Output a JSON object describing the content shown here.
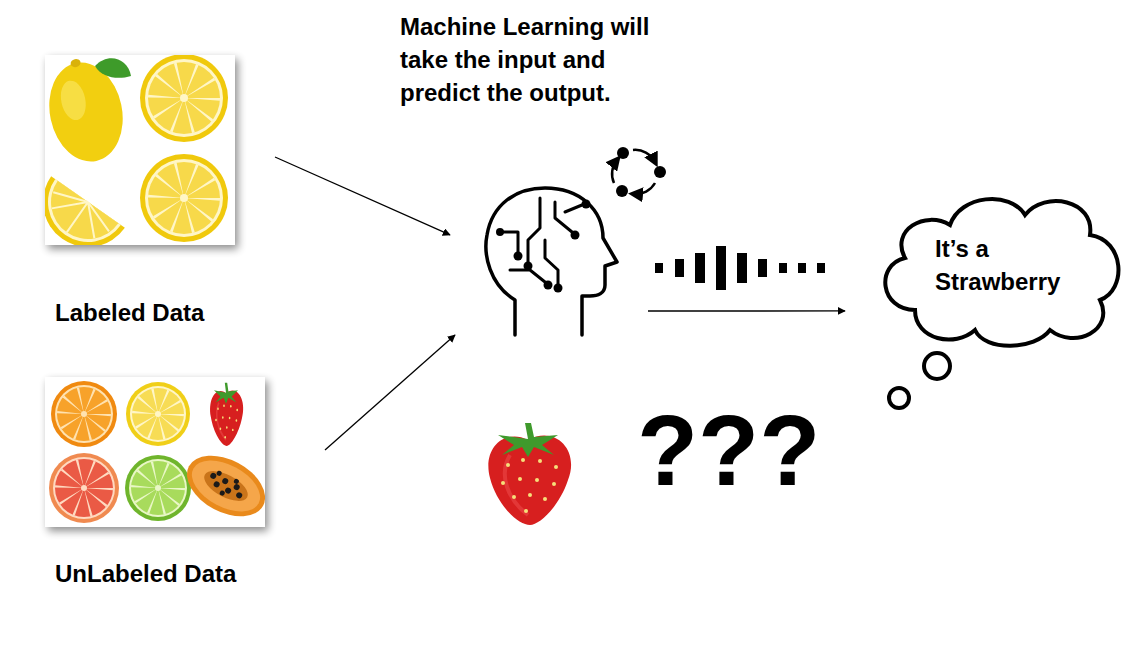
{
  "diagram": {
    "nodes": [
      {
        "text": [
          "Labeled Data"
        ]
      },
      {
        "text": [
          "Machine Learning will take the input and predict the output."
        ]
      },
      {
        "text": [
          "It’s a Strawberry"
        ]
      },
      {
        "text": [
          "UnLabeled Data"
        ]
      }
    ],
    "edges": [
      {
        "from": 0,
        "to": 1,
        "arrow": "to"
      },
      {
        "from": 3,
        "to": 1,
        "arrow": "to"
      },
      {
        "from": 1,
        "to": 2,
        "arrow": "to"
      }
    ],
    "labels": [
      "???"
    ]
  }
}
